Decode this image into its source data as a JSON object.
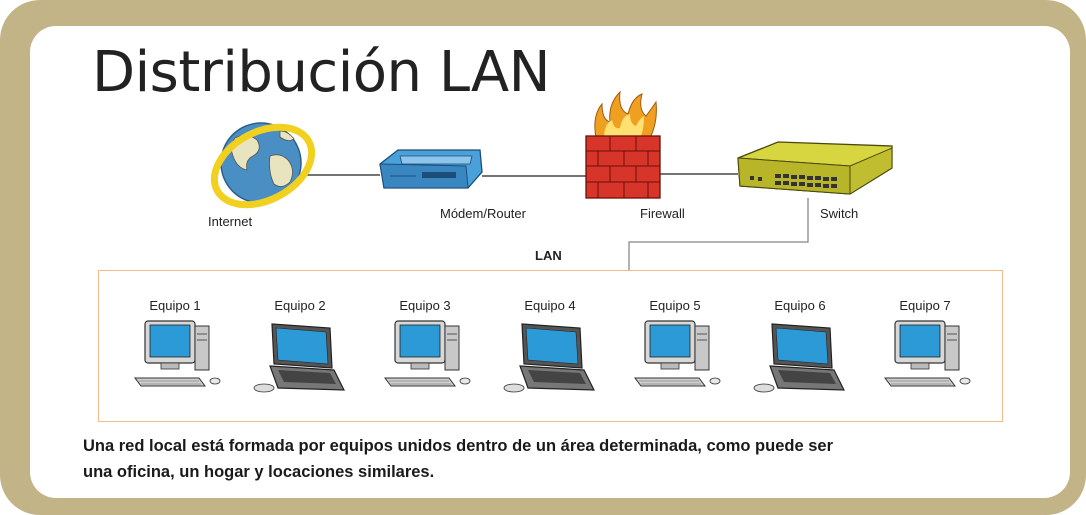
{
  "title": "Distribución LAN",
  "devices": {
    "internet": "Internet",
    "modem_router": "Módem/Router",
    "firewall": "Firewall",
    "switch": "Switch"
  },
  "lan_label": "LAN",
  "equipos": [
    {
      "label": "Equipo 1",
      "type": "desktop"
    },
    {
      "label": "Equipo 2",
      "type": "laptop"
    },
    {
      "label": "Equipo 3",
      "type": "desktop"
    },
    {
      "label": "Equipo 4",
      "type": "laptop"
    },
    {
      "label": "Equipo 5",
      "type": "desktop"
    },
    {
      "label": "Equipo 6",
      "type": "laptop"
    },
    {
      "label": "Equipo 7",
      "type": "desktop"
    }
  ],
  "caption": {
    "line1": "Una red local está formada por equipos unidos dentro de un área determinada, como puede ser",
    "line2": "una oficina, un hogar y locaciones similares."
  },
  "colors": {
    "frame": "#c2b486",
    "lan_border": "#f5b98a",
    "globe_ring": "#f2d020",
    "globe": "#4a8fc4",
    "router": "#4aa0d8",
    "firewall_brick": "#d8352a",
    "flames": "#f0a020",
    "switch": "#d8d640"
  }
}
